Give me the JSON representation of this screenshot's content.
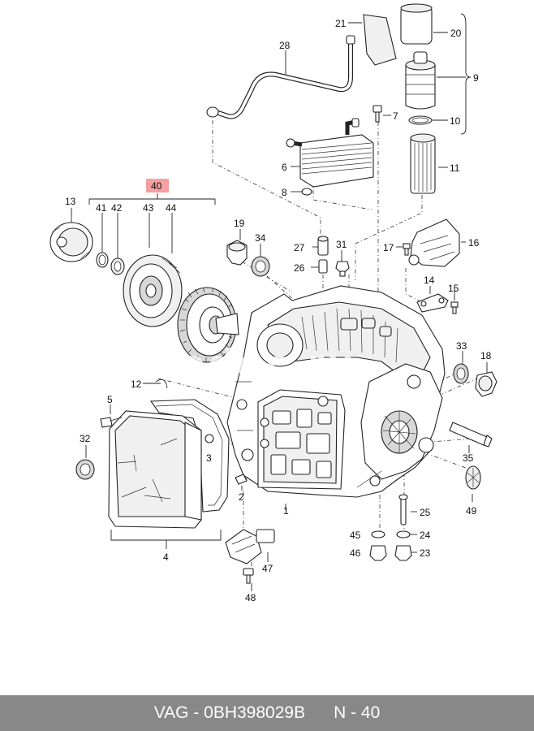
{
  "callouts": [
    {
      "id": "c1",
      "text": "1"
    },
    {
      "id": "c2",
      "text": "2"
    },
    {
      "id": "c3",
      "text": "3"
    },
    {
      "id": "c4",
      "text": "4"
    },
    {
      "id": "c5",
      "text": "5"
    },
    {
      "id": "c6",
      "text": "6"
    },
    {
      "id": "c7",
      "text": "7"
    },
    {
      "id": "c8",
      "text": "8"
    },
    {
      "id": "c9",
      "text": "9"
    },
    {
      "id": "c10",
      "text": "10"
    },
    {
      "id": "c11",
      "text": "11"
    },
    {
      "id": "c12",
      "text": "12"
    },
    {
      "id": "c13",
      "text": "13"
    },
    {
      "id": "c14",
      "text": "14"
    },
    {
      "id": "c15",
      "text": "15"
    },
    {
      "id": "c16",
      "text": "16"
    },
    {
      "id": "c17",
      "text": "17"
    },
    {
      "id": "c18",
      "text": "18"
    },
    {
      "id": "c19",
      "text": "19"
    },
    {
      "id": "c20",
      "text": "20"
    },
    {
      "id": "c21",
      "text": "21"
    },
    {
      "id": "c23",
      "text": "23"
    },
    {
      "id": "c24",
      "text": "24"
    },
    {
      "id": "c25",
      "text": "25"
    },
    {
      "id": "c26",
      "text": "26"
    },
    {
      "id": "c27",
      "text": "27"
    },
    {
      "id": "c28",
      "text": "28"
    },
    {
      "id": "c31",
      "text": "31"
    },
    {
      "id": "c32",
      "text": "32"
    },
    {
      "id": "c33",
      "text": "33"
    },
    {
      "id": "c34",
      "text": "34"
    },
    {
      "id": "c35",
      "text": "35"
    },
    {
      "id": "c40",
      "text": "40",
      "highlighted": true
    },
    {
      "id": "c41",
      "text": "41"
    },
    {
      "id": "c42",
      "text": "42"
    },
    {
      "id": "c43",
      "text": "43"
    },
    {
      "id": "c44",
      "text": "44"
    },
    {
      "id": "c45",
      "text": "45"
    },
    {
      "id": "c46",
      "text": "46"
    },
    {
      "id": "c47",
      "text": "47"
    },
    {
      "id": "c48",
      "text": "48"
    },
    {
      "id": "c49",
      "text": "49"
    }
  ],
  "highlight_color": "#f4a0a0",
  "watermark": "autodoc.ru",
  "footer": {
    "part_ref": "VAG - 0BH398029B",
    "position": "N - 40",
    "background": "#888888"
  }
}
